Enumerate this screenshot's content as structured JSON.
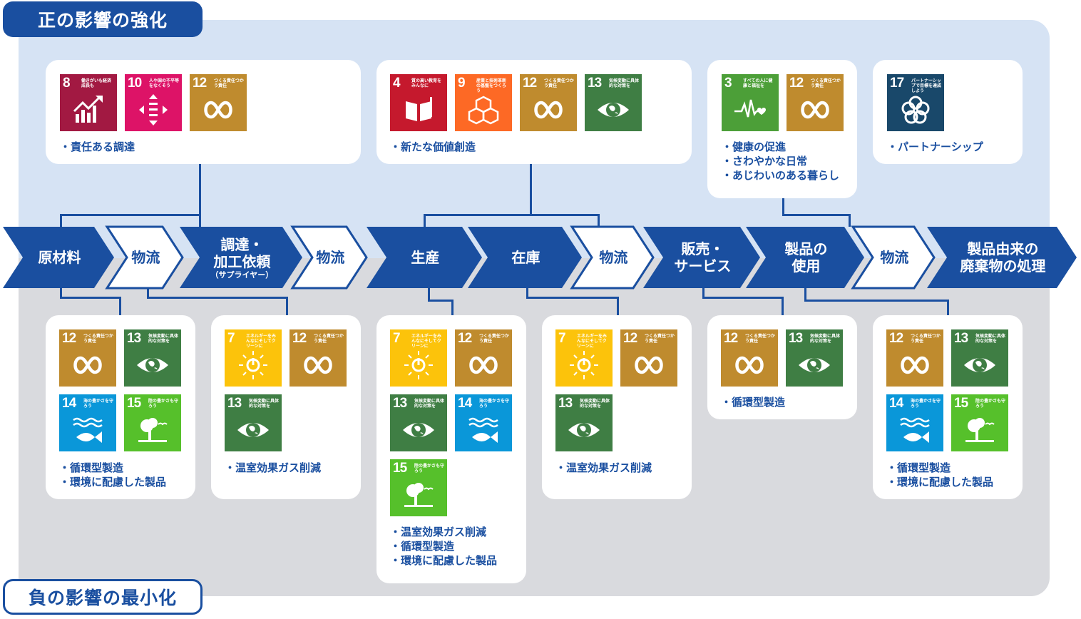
{
  "headers": {
    "positive": "正の影響の強化",
    "negative": "負の影響の最小化"
  },
  "colors": {
    "brand": "#1a4fa0",
    "light_bg": "#d6e3f4",
    "grey_bg": "#d9dade"
  },
  "sdg_labels": {
    "3": "すべての人に健康と福祉を",
    "4": "質の高い教育をみんなに",
    "7": "エネルギーをみんなにそしてクリーンに",
    "8": "働きがいも経済成長も",
    "9": "産業と技術革新の基盤をつくろう",
    "10": "人や国の不平等をなくそう",
    "12": "つくる責任つかう責任",
    "13": "気候変動に具体的な対策を",
    "14": "海の豊かさを守ろう",
    "15": "陸の豊かさも守ろう",
    "17": "パートナーシップで目標を達成しよう"
  },
  "chain": [
    {
      "label": "原材料",
      "style": "filled"
    },
    {
      "label": "物流",
      "style": "outline"
    },
    {
      "label": "調達・\n加工依頼",
      "sub": "（サプライヤー）",
      "style": "filled"
    },
    {
      "label": "物流",
      "style": "outline"
    },
    {
      "label": "生産",
      "style": "filled"
    },
    {
      "label": "在庫",
      "style": "filled"
    },
    {
      "label": "物流",
      "style": "outline"
    },
    {
      "label": "販売・\nサービス",
      "style": "filled"
    },
    {
      "label": "製品の\n使用",
      "style": "filled"
    },
    {
      "label": "物流",
      "style": "outline"
    },
    {
      "label": "製品由来の\n廃棄物の処理",
      "style": "filled"
    }
  ],
  "top_cards": [
    {
      "sdgs": [
        8,
        10,
        12
      ],
      "items": [
        "・責任ある調達"
      ]
    },
    {
      "sdgs": [
        4,
        9,
        12,
        13
      ],
      "items": [
        "・新たな価値創造"
      ]
    },
    {
      "sdgs": [
        3,
        12
      ],
      "items": [
        "・健康の促進",
        "・さわやかな日常",
        "・あじわいのある暮らし"
      ]
    },
    {
      "sdgs": [
        17
      ],
      "items": [
        "・パートナーシップ"
      ]
    }
  ],
  "bottom_cards": [
    {
      "sdgs": [
        12,
        13,
        14,
        15
      ],
      "items": [
        "・循環型製造",
        "・環境に配慮した製品"
      ]
    },
    {
      "sdgs": [
        7,
        12,
        13
      ],
      "items": [
        "・温室効果ガス削減"
      ]
    },
    {
      "sdgs": [
        7,
        12,
        13,
        14,
        15
      ],
      "items": [
        "・温室効果ガス削減",
        "・循環型製造",
        "・環境に配慮した製品"
      ]
    },
    {
      "sdgs": [
        7,
        12,
        13
      ],
      "items": [
        "・温室効果ガス削減"
      ]
    },
    {
      "sdgs": [
        12,
        13
      ],
      "items": [
        "・循環型製造"
      ]
    },
    {
      "sdgs": [
        12,
        13,
        14,
        15
      ],
      "items": [
        "・循環型製造",
        "・環境に配慮した製品"
      ]
    }
  ]
}
